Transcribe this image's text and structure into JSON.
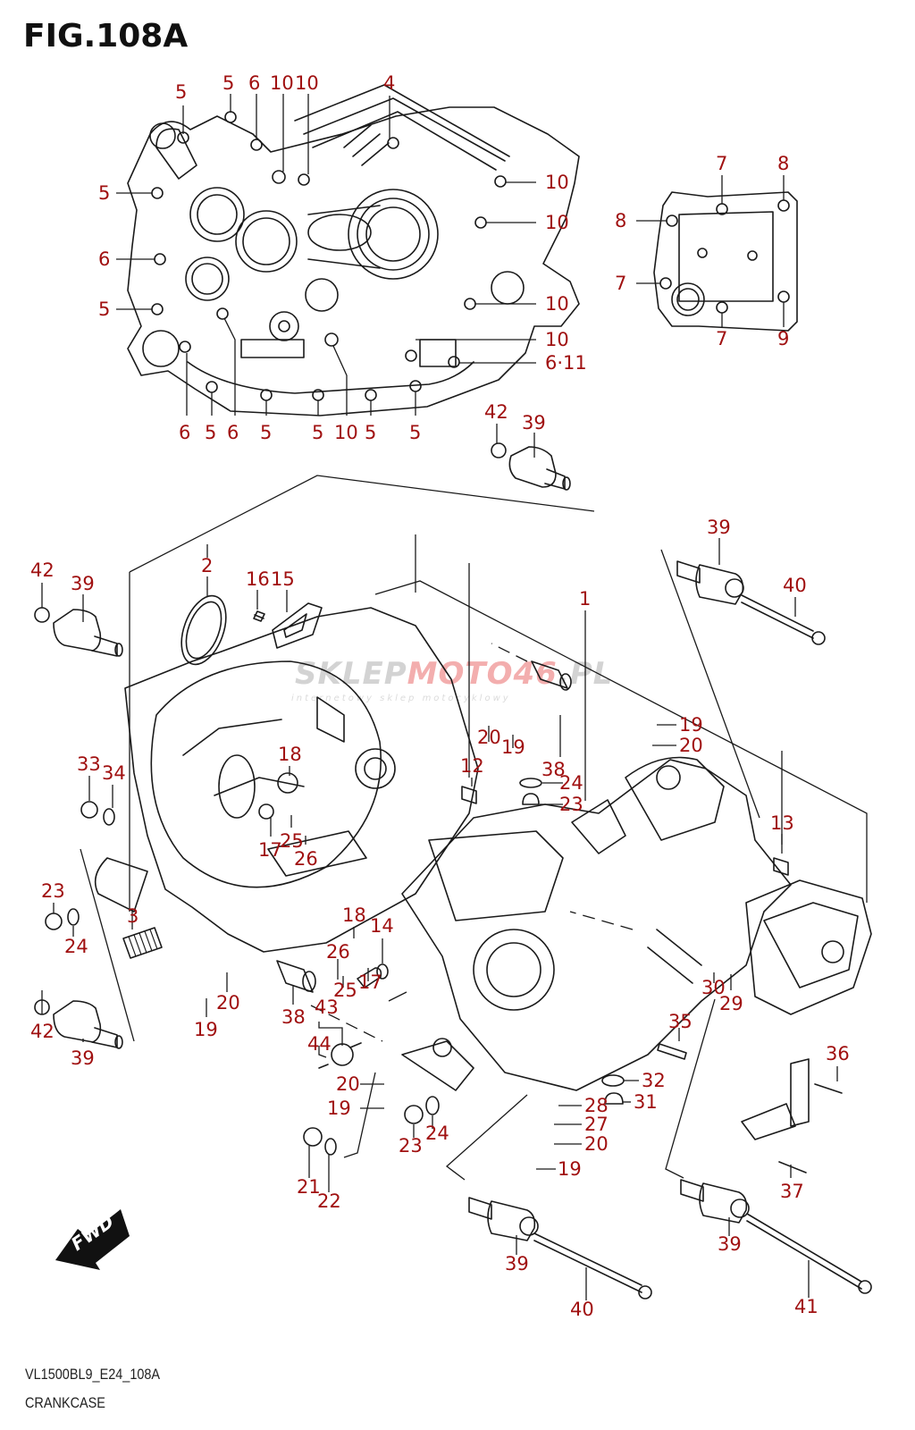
{
  "figure": {
    "title": "FIG.108A",
    "model_code": "VL1500BL9_E24_108A",
    "section_name": "CRANKCASE",
    "direction_indicator": "FWD"
  },
  "watermark": {
    "brand_gray": "SKLEP",
    "brand_red": "MOTO46",
    "brand_suffix": ".PL",
    "tagline": "internetowy sklep motocyklowy"
  },
  "colors": {
    "callout": "#a01010",
    "line": "#1a1a1a",
    "watermark_gray": "#c8c8c8",
    "watermark_red": "#f0a0a0"
  },
  "callouts": [
    {
      "id": "c01",
      "label": "5"
    },
    {
      "id": "c02",
      "label": "5"
    },
    {
      "id": "c03",
      "label": "6"
    },
    {
      "id": "c04",
      "label": "10"
    },
    {
      "id": "c05",
      "label": "10"
    },
    {
      "id": "c06",
      "label": "4"
    },
    {
      "id": "c07",
      "label": "5"
    },
    {
      "id": "c08",
      "label": "10"
    },
    {
      "id": "c09",
      "label": "6"
    },
    {
      "id": "c10",
      "label": "10"
    },
    {
      "id": "c11",
      "label": "5"
    },
    {
      "id": "c12",
      "label": "10"
    },
    {
      "id": "c13",
      "label": "10"
    },
    {
      "id": "c14",
      "label": "6·11"
    },
    {
      "id": "c15",
      "label": "6"
    },
    {
      "id": "c16",
      "label": "5"
    },
    {
      "id": "c17",
      "label": "6"
    },
    {
      "id": "c18",
      "label": "5"
    },
    {
      "id": "c19",
      "label": "5"
    },
    {
      "id": "c20",
      "label": "10"
    },
    {
      "id": "c21",
      "label": "5"
    },
    {
      "id": "c22",
      "label": "5"
    },
    {
      "id": "c23",
      "label": "7"
    },
    {
      "id": "c24",
      "label": "8"
    },
    {
      "id": "c25",
      "label": "8"
    },
    {
      "id": "c26",
      "label": "7"
    },
    {
      "id": "c27",
      "label": "7"
    },
    {
      "id": "c28",
      "label": "9"
    },
    {
      "id": "c29",
      "label": "42"
    },
    {
      "id": "c30",
      "label": "39"
    },
    {
      "id": "c31",
      "label": "2"
    },
    {
      "id": "c32",
      "label": "16"
    },
    {
      "id": "c33",
      "label": "15"
    },
    {
      "id": "c34",
      "label": "1"
    },
    {
      "id": "c35",
      "label": "39"
    },
    {
      "id": "c36",
      "label": "40"
    },
    {
      "id": "c37",
      "label": "42"
    },
    {
      "id": "c38",
      "label": "39"
    },
    {
      "id": "c39",
      "label": "20"
    },
    {
      "id": "c40",
      "label": "19"
    },
    {
      "id": "c41",
      "label": "38"
    },
    {
      "id": "c42",
      "label": "19"
    },
    {
      "id": "c43",
      "label": "20"
    },
    {
      "id": "c44",
      "label": "33"
    },
    {
      "id": "c45",
      "label": "34"
    },
    {
      "id": "c46",
      "label": "18"
    },
    {
      "id": "c47",
      "label": "12"
    },
    {
      "id": "c48",
      "label": "24"
    },
    {
      "id": "c49",
      "label": "23"
    },
    {
      "id": "c50",
      "label": "17"
    },
    {
      "id": "c51",
      "label": "25"
    },
    {
      "id": "c52",
      "label": "26"
    },
    {
      "id": "c53",
      "label": "13"
    },
    {
      "id": "c54",
      "label": "23"
    },
    {
      "id": "c55",
      "label": "24"
    },
    {
      "id": "c56",
      "label": "3"
    },
    {
      "id": "c57",
      "label": "18"
    },
    {
      "id": "c58",
      "label": "14"
    },
    {
      "id": "c59",
      "label": "26"
    },
    {
      "id": "c60",
      "label": "25"
    },
    {
      "id": "c61",
      "label": "17"
    },
    {
      "id": "c62",
      "label": "42"
    },
    {
      "id": "c63",
      "label": "39"
    },
    {
      "id": "c64",
      "label": "20"
    },
    {
      "id": "c65",
      "label": "19"
    },
    {
      "id": "c66",
      "label": "38"
    },
    {
      "id": "c67",
      "label": "43"
    },
    {
      "id": "c68",
      "label": "44"
    },
    {
      "id": "c69",
      "label": "30"
    },
    {
      "id": "c70",
      "label": "29"
    },
    {
      "id": "c71",
      "label": "35"
    },
    {
      "id": "c72",
      "label": "36"
    },
    {
      "id": "c73",
      "label": "20"
    },
    {
      "id": "c74",
      "label": "32"
    },
    {
      "id": "c75",
      "label": "19"
    },
    {
      "id": "c76",
      "label": "28"
    },
    {
      "id": "c77",
      "label": "31"
    },
    {
      "id": "c78",
      "label": "23"
    },
    {
      "id": "c79",
      "label": "24"
    },
    {
      "id": "c80",
      "label": "27"
    },
    {
      "id": "c81",
      "label": "20"
    },
    {
      "id": "c82",
      "label": "21"
    },
    {
      "id": "c83",
      "label": "22"
    },
    {
      "id": "c84",
      "label": "19"
    },
    {
      "id": "c85",
      "label": "37"
    },
    {
      "id": "c86",
      "label": "39"
    },
    {
      "id": "c87",
      "label": "40"
    },
    {
      "id": "c88",
      "label": "39"
    },
    {
      "id": "c89",
      "label": "41"
    }
  ]
}
